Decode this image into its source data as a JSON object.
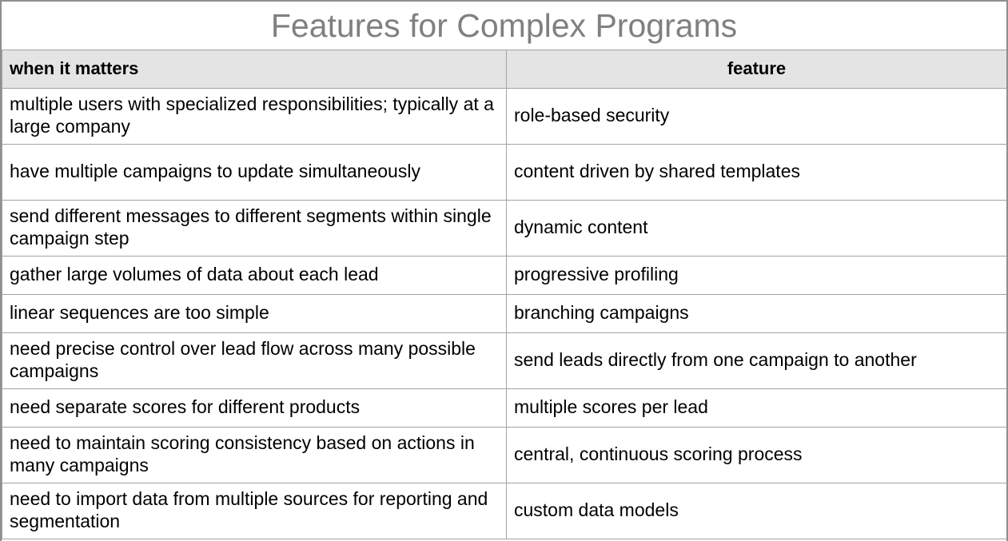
{
  "slide": {
    "title": "Features for Complex Programs",
    "title_color": "#808080",
    "border_color": "#8f8f8f"
  },
  "table": {
    "header_background": "#e4e4e4",
    "grid_color": "#a3a3a3",
    "columns": [
      {
        "key": "when",
        "label": "when it matters",
        "align": "left"
      },
      {
        "key": "feature",
        "label": "feature",
        "align": "center"
      }
    ],
    "rows": [
      {
        "when": "multiple users with specialized responsibilities; typically at a large company",
        "feature": "role-based security",
        "lines": 2
      },
      {
        "when": "have multiple campaigns to update simultaneously",
        "feature": "content driven by shared templates",
        "lines": 2
      },
      {
        "when": "send different messages to different segments within single campaign step",
        "feature": "dynamic content",
        "lines": 2
      },
      {
        "when": "gather large volumes of data about each lead",
        "feature": "progressive profiling",
        "lines": 1
      },
      {
        "when": "linear sequences are too simple",
        "feature": "branching campaigns",
        "lines": 1
      },
      {
        "when": "need precise control over lead flow across many possible campaigns",
        "feature": "send leads directly from one campaign to another",
        "lines": 2
      },
      {
        "when": "need separate scores for different products",
        "feature": "multiple scores per lead",
        "lines": 1
      },
      {
        "when": "need to maintain scoring consistency based on actions in many campaigns",
        "feature": "central, continuous scoring process",
        "lines": 2
      },
      {
        "when": "need to import data from multiple sources for reporting and segmentation",
        "feature": "custom data models",
        "lines": 2
      }
    ]
  }
}
